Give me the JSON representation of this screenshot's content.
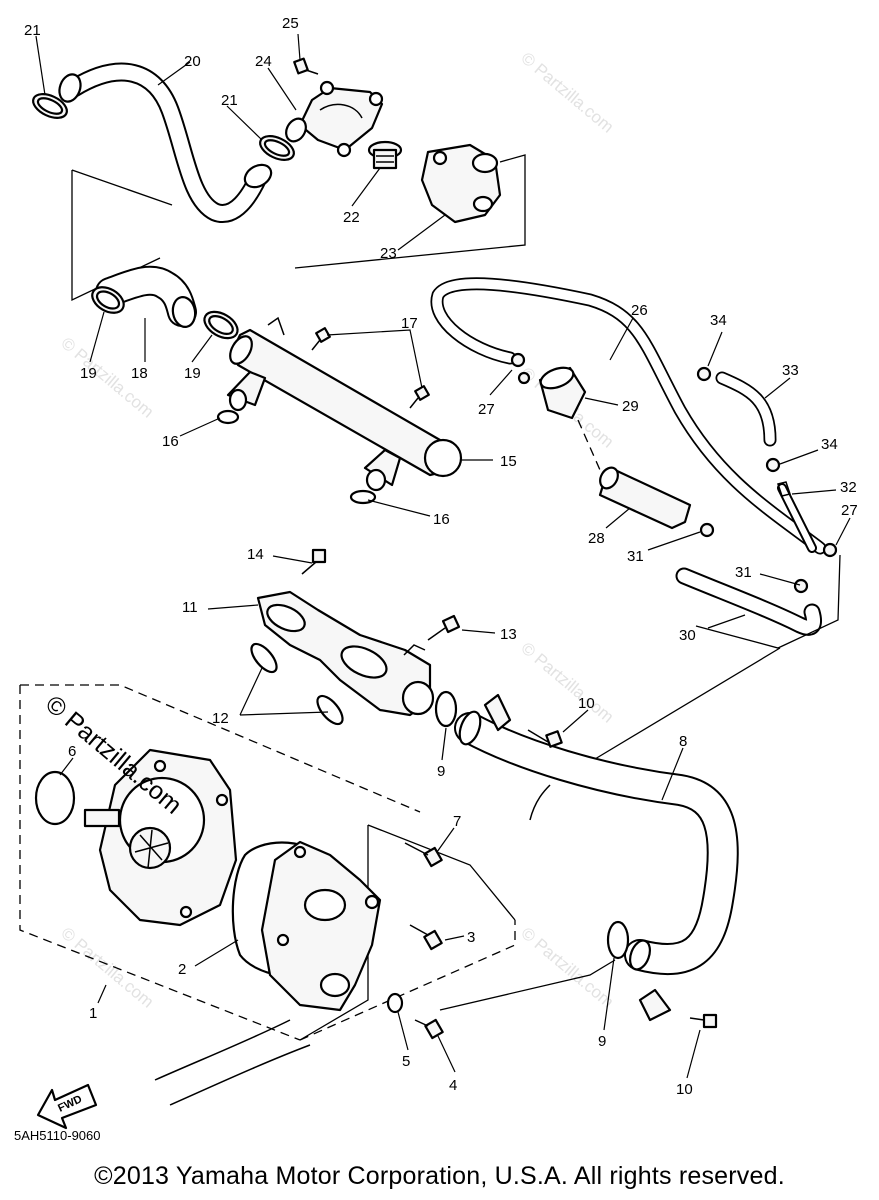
{
  "diagram": {
    "code": "5AH5110-9060",
    "copyright": "©2013 Yamaha Motor Corporation, U.S.A. All rights reserved.",
    "watermark": "© Partzilla.com",
    "watermark_small": "© Partzilla.com",
    "fwd_label": "FWD",
    "callouts": {
      "c1": "1",
      "c2": "2",
      "c3": "3",
      "c4": "4",
      "c5": "5",
      "c6": "6",
      "c7": "7",
      "c8": "8",
      "c9a": "9",
      "c9b": "9",
      "c10a": "10",
      "c10b": "10",
      "c11": "11",
      "c12": "12",
      "c13": "13",
      "c14": "14",
      "c15": "15",
      "c16a": "16",
      "c16b": "16",
      "c17": "17",
      "c18": "18",
      "c19a": "19",
      "c19b": "19",
      "c20": "20",
      "c21a": "21",
      "c21b": "21",
      "c22": "22",
      "c23": "23",
      "c24": "24",
      "c25": "25",
      "c26": "26",
      "c27a": "27",
      "c27b": "27",
      "c28": "28",
      "c29": "29",
      "c30": "30",
      "c31a": "31",
      "c31b": "31",
      "c32": "32",
      "c33": "33",
      "c34a": "34",
      "c34b": "34"
    }
  }
}
